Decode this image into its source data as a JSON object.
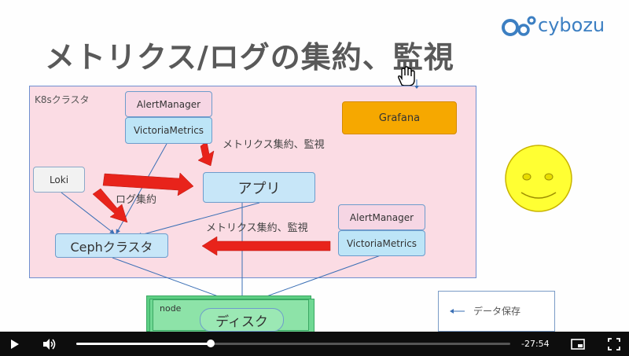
{
  "slide": {
    "title": "メトリクス/ログの集約、監視",
    "logo_text": "cybozu",
    "cluster_label": "K8sクラスタ",
    "boxes": {
      "alertmanager_top": "AlertManager",
      "victoriametrics_top": "VictoriaMetrics",
      "grafana": "Grafana",
      "loki": "Loki",
      "app": "アプリ",
      "ceph": "Cephクラスタ",
      "alertmanager_right": "AlertManager",
      "victoriametrics_right": "VictoriaMetrics"
    },
    "labels": {
      "metrics_top": "メトリクス集約、監視",
      "log": "ログ集約",
      "metrics_mid": "メトリクス集約、監視"
    },
    "node_label": "node",
    "disk_label": "ディスク",
    "legend_text": "データ保存",
    "colors": {
      "cluster_bg": "#fbdce4",
      "red_arrow": "#e8231b",
      "grafana": "#f6a800",
      "node": "#8de3a8"
    }
  },
  "player": {
    "time_remaining": "-27:54",
    "progress_fraction": 0.31,
    "icons": [
      "play-icon",
      "volume-icon",
      "pip-icon",
      "fullscreen-icon"
    ]
  }
}
